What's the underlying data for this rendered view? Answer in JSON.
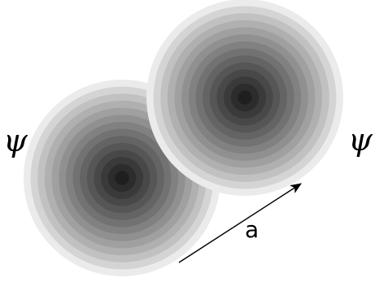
{
  "labels": {
    "left_orbital": "ψ",
    "right_orbital": "ψ‘",
    "vector": "a"
  },
  "colors": {
    "outer_ring": "#ebebeb",
    "inner_core": "#1f1f1f",
    "arrow": "#000000",
    "background": "#ffffff"
  },
  "rings": 14
}
